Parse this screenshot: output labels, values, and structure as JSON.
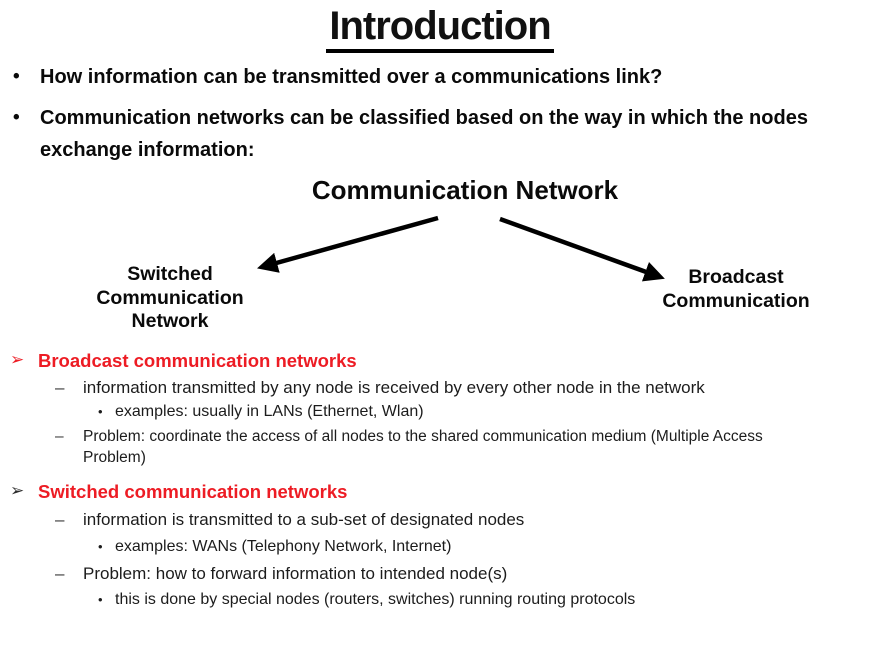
{
  "title": "Introduction",
  "intro_bullets": [
    {
      "marker": "•",
      "text": "How information can be transmitted over a communications link?"
    },
    {
      "marker": "•",
      "text": "Communication networks can be classified based on the way in which the nodes exchange information:"
    }
  ],
  "diagram": {
    "root_label": "Communication Network",
    "left_node": "Switched\nCommunication\nNetwork",
    "right_node": "Broadcast\nCommunication"
  },
  "sections": [
    {
      "marker": "➢",
      "marker_color": "#ed1c24",
      "heading": "Broadcast communication networks",
      "items": [
        {
          "marker": "–",
          "text": "information transmitted by any node is received by every other node in the network"
        },
        {
          "marker": "•",
          "text": "examples: usually in LANs (Ethernet, Wlan)"
        },
        {
          "marker": "–",
          "text": "Problem: coordinate the access of all nodes to the shared communication medium (Multiple Access Problem)"
        }
      ]
    },
    {
      "marker": "➢",
      "marker_color": "#2b2b2b",
      "heading": "Switched communication networks",
      "items": [
        {
          "marker": "–",
          "text": "information is transmitted to a sub-set of designated nodes"
        },
        {
          "marker": "•",
          "text": "examples: WANs (Telephony Network, Internet)"
        },
        {
          "marker": "–",
          "text": "Problem: how to forward information to intended node(s)"
        },
        {
          "marker": "•",
          "text": "this is done by special nodes (routers, switches) running routing protocols"
        }
      ]
    }
  ],
  "colors": {
    "heading_red": "#ed1c24",
    "arrow_black": "#000000",
    "body_text": "#1c1c1c"
  }
}
